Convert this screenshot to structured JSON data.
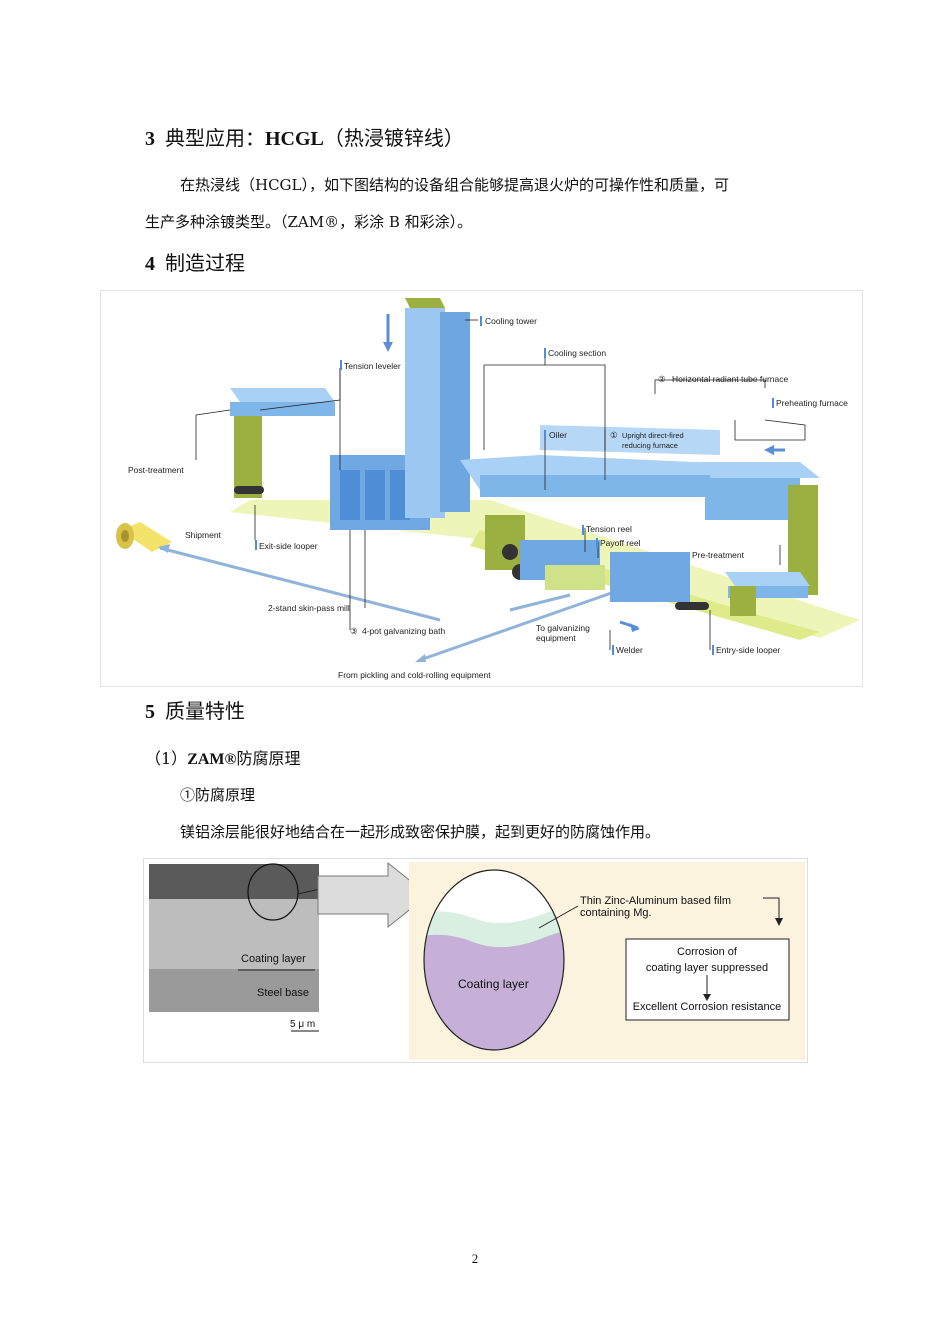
{
  "section3": {
    "number": "3",
    "title_prefix": "典型应用：",
    "title_bold": "HCGL",
    "title_suffix": "（热浸镀锌线）",
    "para_line1": "在热浸线（HCGL），如下图结构的设备组合能够提高退火炉的可操作性和质量，可",
    "para_line2": "生产多种涂镀类型。（ZAM®，彩涂 B 和彩涂）。"
  },
  "section4": {
    "number": "4",
    "title": "制造过程"
  },
  "process_diagram": {
    "labels": {
      "cooling_tower": "Cooling tower",
      "cooling_section": "Cooling section",
      "horizontal_furnace": "Horizontal radiant tube furnace",
      "horizontal_num": "②",
      "preheating_furnace": "Preheating furnace",
      "tension_leveler": "Tension leveler",
      "oiler": "Oiler",
      "upright_furnace_1": "Upright direct-fired",
      "upright_furnace_2": "reducing furnace",
      "upright_num": "①",
      "post_treatment": "Post-treatment",
      "shipment": "Shipment",
      "exit_side_looper": "Exit-side looper",
      "tension_reel": "Tension reel",
      "payoff_reel": "Payoff reel",
      "pre_treatment": "Pre-treatment",
      "skin_pass_mill": "2-stand skin-pass mill",
      "galvanizing_bath": "4-pot galvanizing bath",
      "galvanizing_num": "③",
      "to_galvanizing_1": "To galvanizing",
      "to_galvanizing_2": "equipment",
      "welder": "Welder",
      "entry_side_looper": "Entry-side looper",
      "from_pickling": "From pickling and cold-rolling equipment"
    }
  },
  "section5": {
    "number": "5",
    "title": "质量特性",
    "sub1_prefix": "（1）",
    "sub1_bold": "ZAM®",
    "sub1_text": "防腐原理",
    "sub1_item": "①防腐原理",
    "sub1_para": "镁铝涂层能很好地结合在一起形成致密保护膜，起到更好的防腐蚀作用。"
  },
  "corrosion_figure": {
    "micro_coating": "Coating layer",
    "micro_steel": "Steel base",
    "micro_scale": "5 μ m",
    "thin_film_1": "Thin Zinc-Aluminum based film",
    "thin_film_2": "containing Mg.",
    "coating_layer": "Coating layer",
    "box_line1": "Corrosion of",
    "box_line2": "coating layer suppressed",
    "box_line3": "Excellent Corrosion resistance"
  },
  "page_number": "2"
}
